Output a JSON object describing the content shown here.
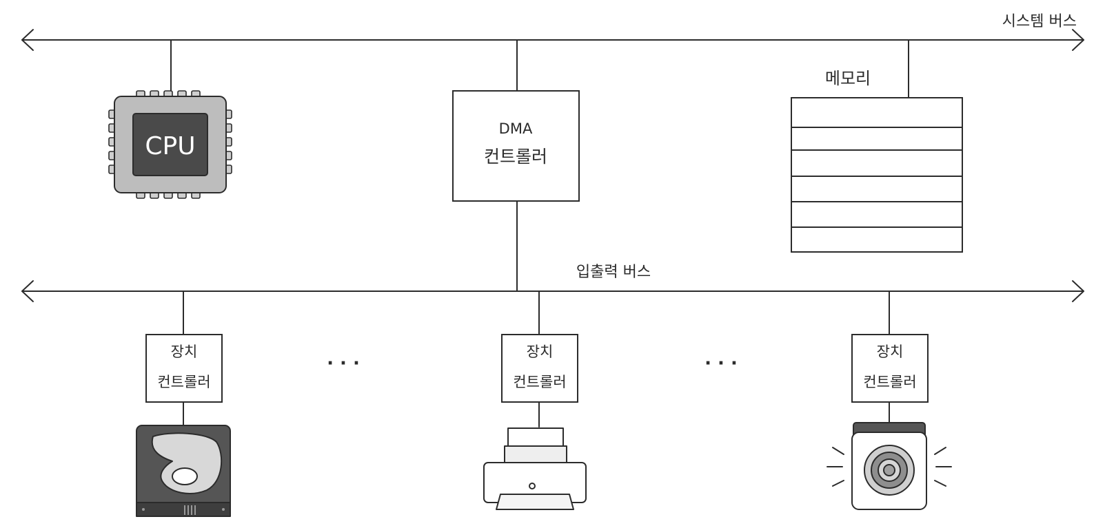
{
  "system_bus": {
    "label": "시스템 버스"
  },
  "io_bus": {
    "label": "입출력 버스"
  },
  "cpu": {
    "label": "CPU"
  },
  "dma": {
    "line1": "DMA",
    "line2": "컨트롤러"
  },
  "memory": {
    "label": "메모리"
  },
  "device_controllers": [
    {
      "line1": "장치",
      "line2": "컨트롤러"
    },
    {
      "line1": "장치",
      "line2": "컨트롤러"
    },
    {
      "line1": "장치",
      "line2": "컨트롤러"
    }
  ],
  "ellipsis": "· · ·",
  "devices": [
    {
      "icon": "hard-disk-icon"
    },
    {
      "icon": "printer-icon"
    },
    {
      "icon": "speaker-icon"
    }
  ],
  "colors": {
    "stroke": "#2b2b2b",
    "chip_body": "#bdbdbd",
    "chip_core": "#4a4a4a",
    "disk_body": "#555555"
  }
}
